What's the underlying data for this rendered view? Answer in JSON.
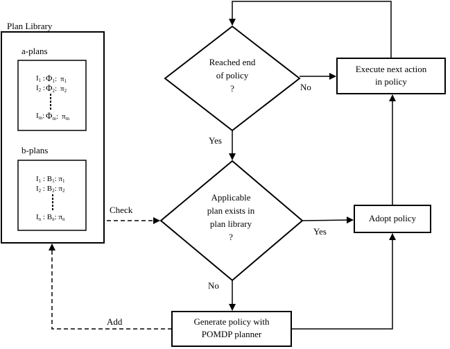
{
  "plan_library": {
    "title": "Plan Library",
    "a_plans": {
      "title": "a-plans",
      "rows": [
        {
          "id": "I",
          "sub": "1",
          "cond": "Φ",
          "cond_sub": "1",
          "policy": "π",
          "policy_sub": "1"
        },
        {
          "id": "I",
          "sub": "2",
          "cond": "Φ",
          "cond_sub": "2",
          "policy": "π",
          "policy_sub": "2"
        },
        {
          "id": "I",
          "sub": "m",
          "cond": "Φ",
          "cond_sub": "m",
          "policy": "π",
          "policy_sub": "m"
        }
      ]
    },
    "b_plans": {
      "title": "b-plans",
      "rows": [
        {
          "id": "I",
          "sub": "1",
          "cond": "B",
          "cond_sub": "1",
          "policy": "π",
          "policy_sub": "1"
        },
        {
          "id": "I",
          "sub": "2",
          "cond": "B",
          "cond_sub": "2",
          "policy": "π",
          "policy_sub": "2"
        },
        {
          "id": "I",
          "sub": "n",
          "cond": "B",
          "cond_sub": "n",
          "policy": "π",
          "policy_sub": "n"
        }
      ]
    }
  },
  "nodes": {
    "reached_end": [
      "Reached end",
      "of policy",
      "?"
    ],
    "applicable": [
      "Applicable",
      "plan exists in",
      "plan library",
      "?"
    ],
    "execute": [
      "Execute next action",
      "in policy"
    ],
    "adopt": [
      "Adopt policy"
    ],
    "generate": [
      "Generate policy with",
      "POMDP planner"
    ]
  },
  "edges": {
    "no_top": "No",
    "yes_mid": "Yes",
    "yes_right": "Yes",
    "no_bottom": "No",
    "check": "Check",
    "add": "Add"
  }
}
